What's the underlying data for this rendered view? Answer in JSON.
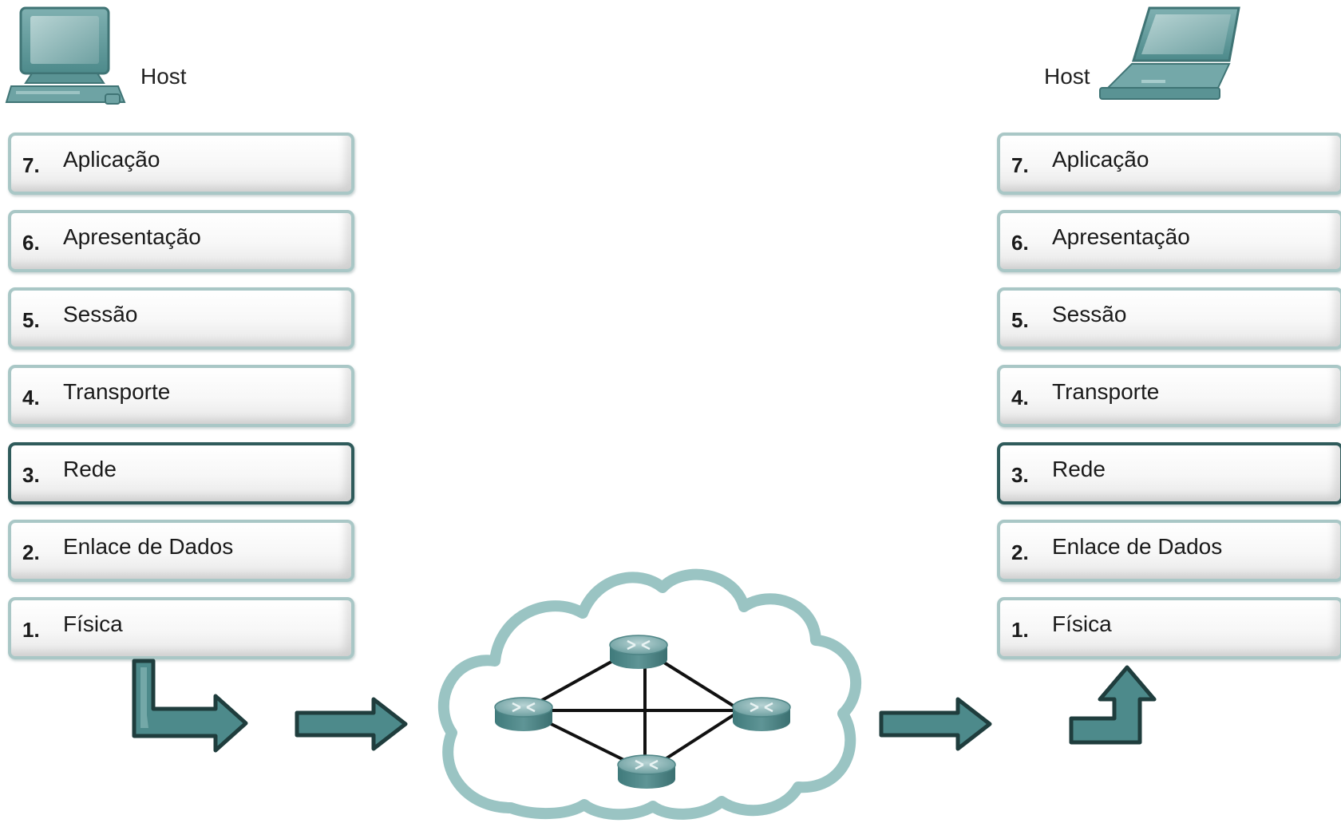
{
  "hosts": {
    "left": {
      "label": "Host",
      "icon": "desktop-computer-icon"
    },
    "right": {
      "label": "Host",
      "icon": "laptop-icon"
    }
  },
  "stack_left": [
    {
      "number": "7.",
      "name": "Aplicação"
    },
    {
      "number": "6.",
      "name": "Apresentação"
    },
    {
      "number": "5.",
      "name": "Sessão"
    },
    {
      "number": "4.",
      "name": "Transporte"
    },
    {
      "number": "3.",
      "name": "Rede"
    },
    {
      "number": "2.",
      "name": "Enlace de Dados"
    },
    {
      "number": "1.",
      "name": "Física"
    }
  ],
  "stack_right": [
    {
      "number": "7.",
      "name": "Aplicação"
    },
    {
      "number": "6.",
      "name": "Apresentação"
    },
    {
      "number": "5.",
      "name": "Sessão"
    },
    {
      "number": "4.",
      "name": "Transporte"
    },
    {
      "number": "3.",
      "name": "Rede"
    },
    {
      "number": "2.",
      "name": "Enlace de Dados"
    },
    {
      "number": "1.",
      "name": "Física"
    }
  ],
  "highlighted_layer": "3.",
  "network": {
    "icon": "network-cloud-icon",
    "routers": 4
  },
  "colors": {
    "teal_fill": "#4d8a8b",
    "teal_dark": "#2f5b5b",
    "layer_border": "#a9c7c6",
    "cloud_stroke": "#9ac4c3"
  }
}
